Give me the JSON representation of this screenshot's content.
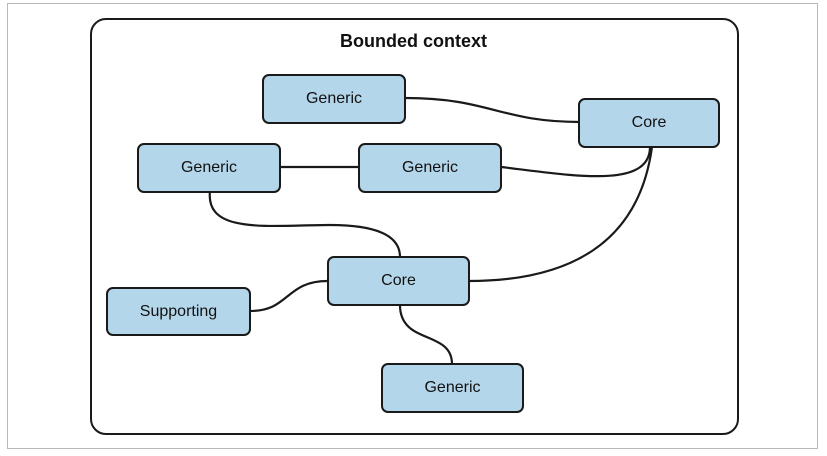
{
  "title": "Bounded context",
  "nodes": {
    "generic_top": "Generic",
    "core_right": "Core",
    "generic_left": "Generic",
    "generic_middle": "Generic",
    "core_center": "Core",
    "supporting": "Supporting",
    "generic_bottom": "Generic"
  },
  "colors": {
    "node_fill": "#b4d6ea",
    "stroke": "#1a1a1a"
  }
}
